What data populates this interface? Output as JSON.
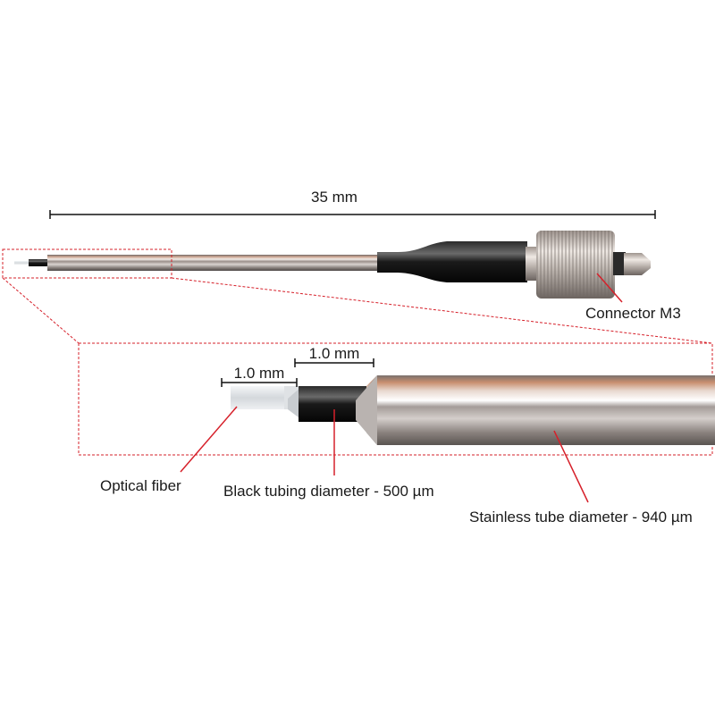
{
  "dimensions": {
    "overall_length": "35 mm",
    "tubing_length": "1.0  mm",
    "fiber_length": "1.0  mm"
  },
  "callouts": {
    "connector": "Connector  M3",
    "optical_fiber": "Optical fiber",
    "black_tubing": "Black tubing diameter  - 500 µm",
    "stainless_tube": "Stainless tube diameter -  940 µm"
  },
  "colors": {
    "callout_line": "#d6202a",
    "zoom_box": "#d6202a",
    "dimension_line": "#111111"
  }
}
